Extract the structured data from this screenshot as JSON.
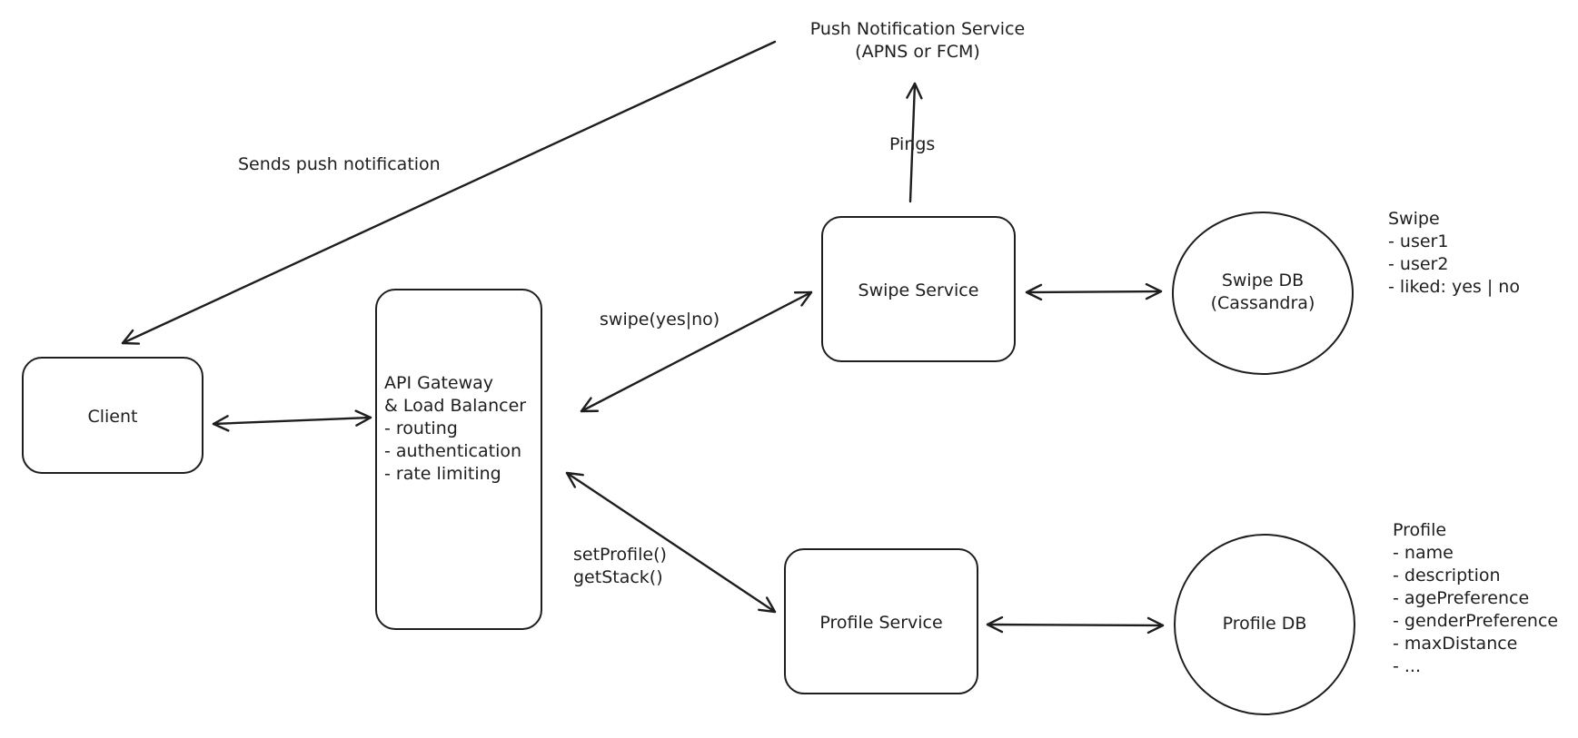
{
  "nodes": {
    "client": {
      "label": "Client"
    },
    "gateway": {
      "title_lines": [
        "API Gateway",
        "& Load Balancer"
      ],
      "items": [
        "routing",
        "authentication",
        "rate limiting"
      ]
    },
    "swipe_service": {
      "label": "Swipe Service"
    },
    "profile_service": {
      "label": "Profile Service"
    },
    "swipe_db": {
      "label_lines": [
        "Swipe DB",
        "(Cassandra)"
      ]
    },
    "profile_db": {
      "label": "Profile DB"
    },
    "push_service": {
      "label_lines": [
        "Push Notification Service",
        "(APNS or FCM)"
      ]
    }
  },
  "edges": {
    "push_to_client": "Sends push notification",
    "swipe_pings": "Pings",
    "gateway_swipe": "swipe(yes|no)",
    "gateway_profile_lines": [
      "setProfile()",
      "getStack()"
    ]
  },
  "schemas": {
    "swipe": {
      "title": "Swipe",
      "fields": [
        "- user1",
        "- user2",
        "- liked: yes | no"
      ]
    },
    "profile": {
      "title": "Profile",
      "fields": [
        "- name",
        "- description",
        "- agePreference",
        "- genderPreference",
        "- maxDistance",
        "- ..."
      ]
    }
  },
  "colors": {
    "stroke": "#1e1e1e",
    "background": "#ffffff"
  }
}
